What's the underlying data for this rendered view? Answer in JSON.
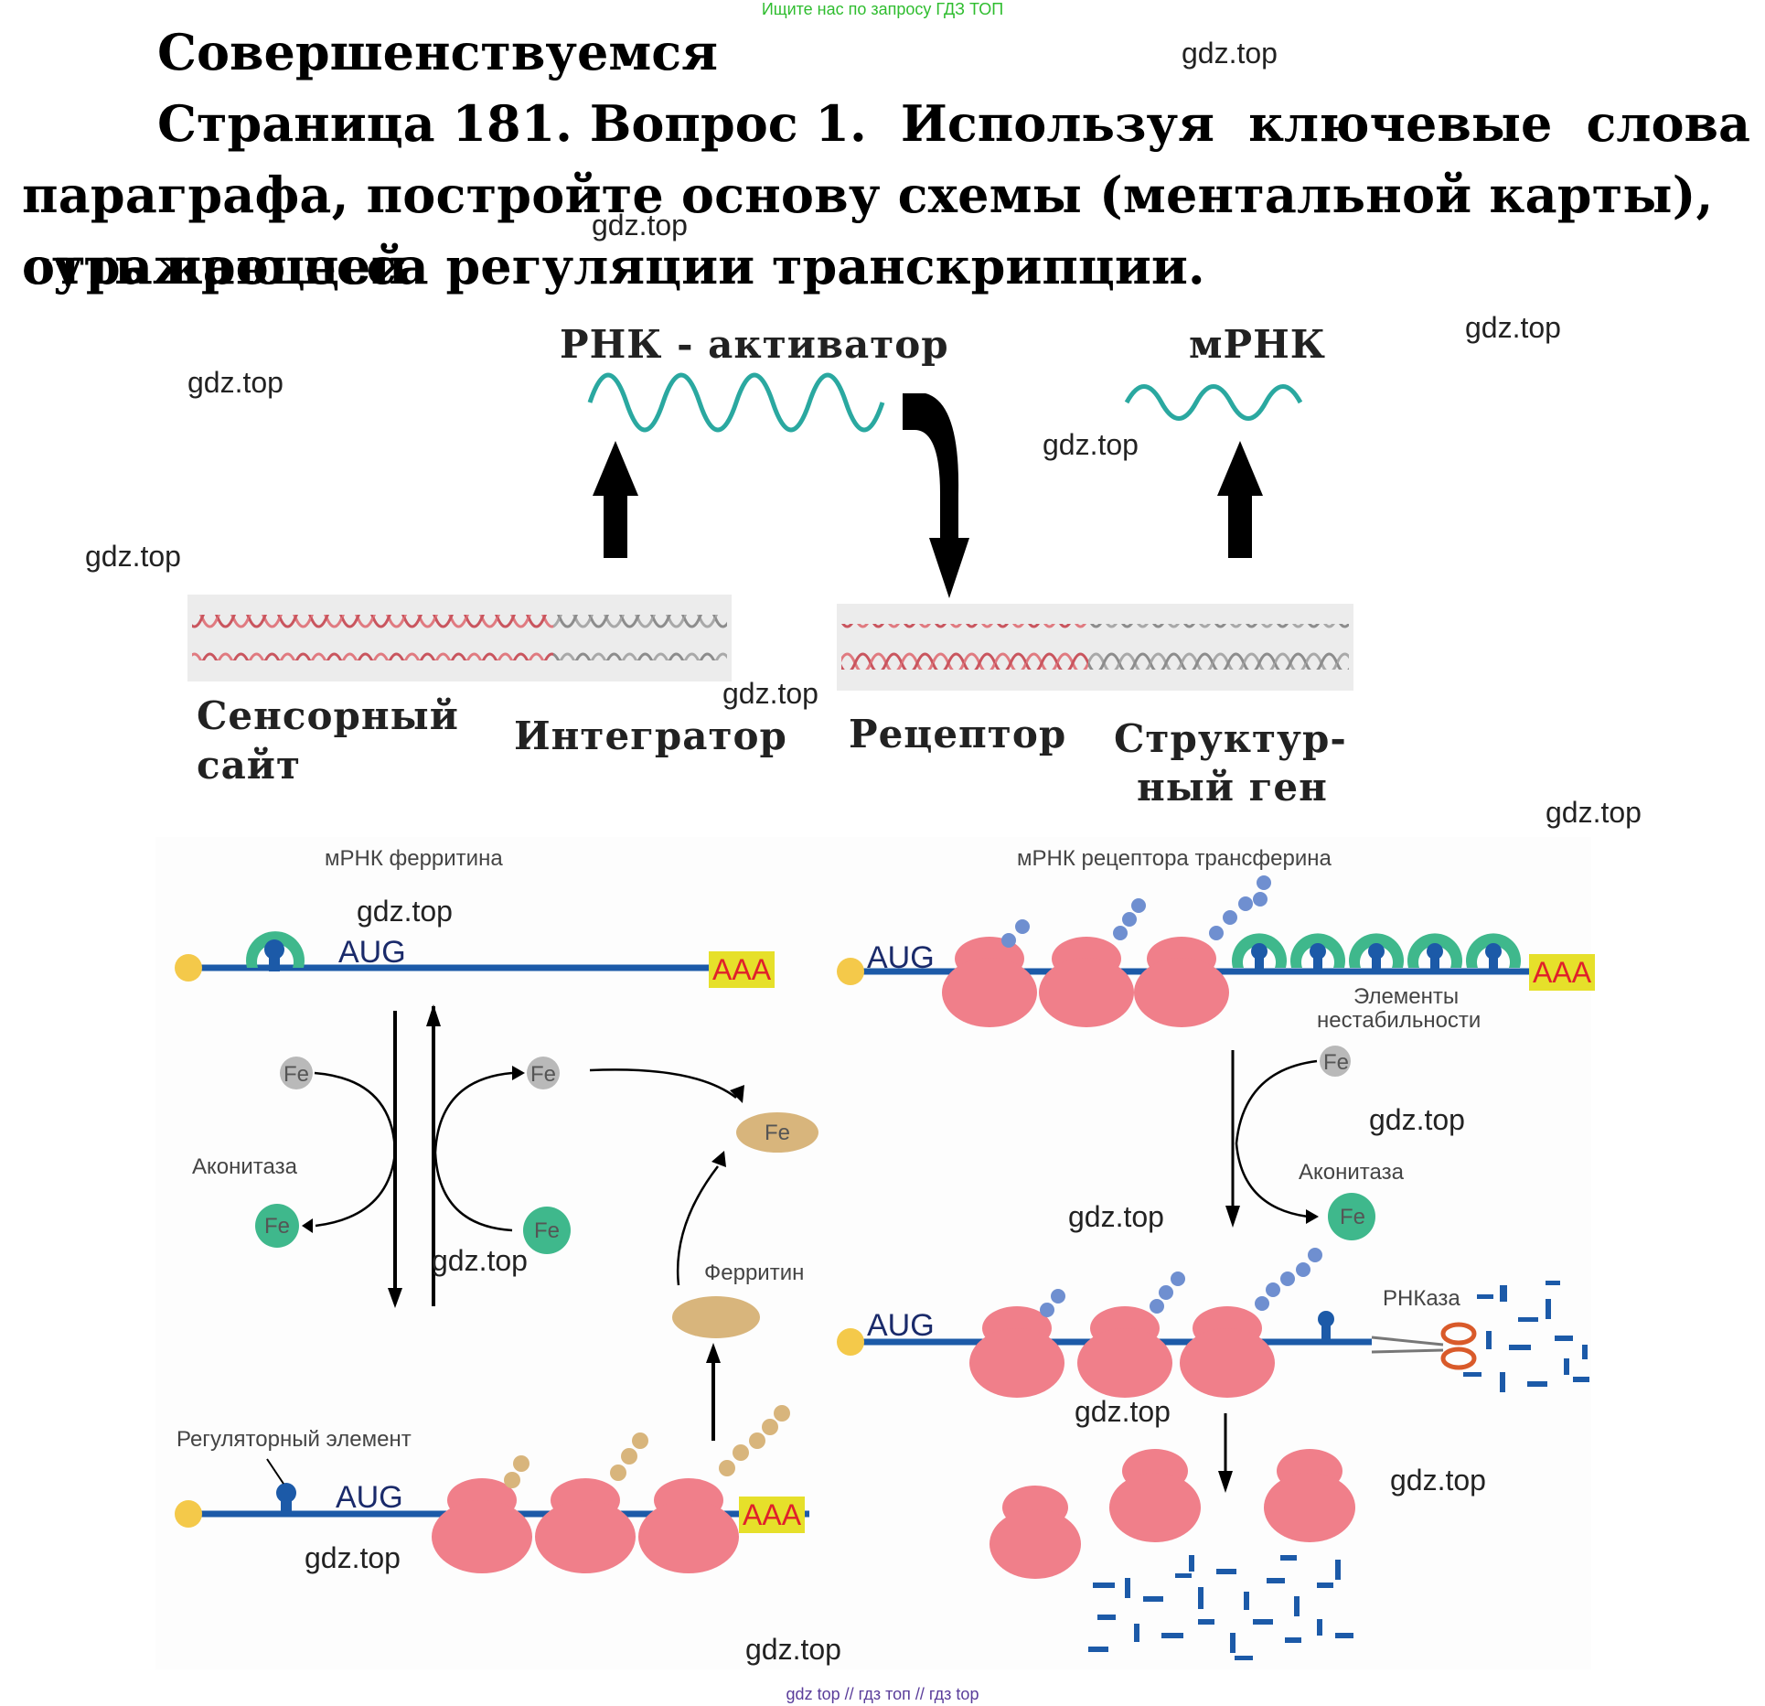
{
  "banner": "Ищите нас по запросу ГДЗ ТОП",
  "heading": {
    "line1": "Совершенствуемся",
    "line2_words": [
      "Страница 181. Вопрос 1.",
      "Используя",
      "ключевые",
      "слова"
    ],
    "line3": "параграфа, постройте основу схемы (ментальной карты), отражающей",
    "line4": "суть процесса регуляции транскрипции."
  },
  "mindmap": {
    "rna_activator": "РНК - активатор",
    "mrna": "мРНК",
    "sensor_site_line1": "Сенсорный",
    "sensor_site_line2": "сайт",
    "integrator": "Интегратор",
    "receptor": "Рецептор",
    "structural_gene_line1": "Структур-",
    "structural_gene_line2": "ный ген"
  },
  "ferritin_panel": {
    "title": "мРНК ферритина",
    "aug_top": "AUG",
    "aaa_top": "AAA",
    "fe": "Fe",
    "aconitase": "Аконитаза",
    "ferritin": "Ферритин",
    "regulatory_element": "Регуляторный элемент",
    "aug_bottom": "AUG",
    "aaa_bottom": "AAA"
  },
  "transferrin_panel": {
    "title": "мРНК рецептора трансферина",
    "aug_top": "AUG",
    "aaa_top": "AAA",
    "instability_line1": "Элементы",
    "instability_line2": "нестабильности",
    "fe": "Fe",
    "aconitase": "Аконитаза",
    "aug_mid": "AUG",
    "rnase": "РНКаза"
  },
  "watermark": "gdz.top",
  "footer": "gdz top  //  гдз топ  //  гдз top",
  "colors": {
    "wave": "#2aa8a0",
    "ribosome": "#f07f8a",
    "mrna_line": "#1c5aa8",
    "cap": "#f4c94a",
    "aconitase": "#3fb88c",
    "fe_gray": "#b9b9b9",
    "ferritin": "#d8b57c",
    "debris": "#1c5aa8"
  }
}
